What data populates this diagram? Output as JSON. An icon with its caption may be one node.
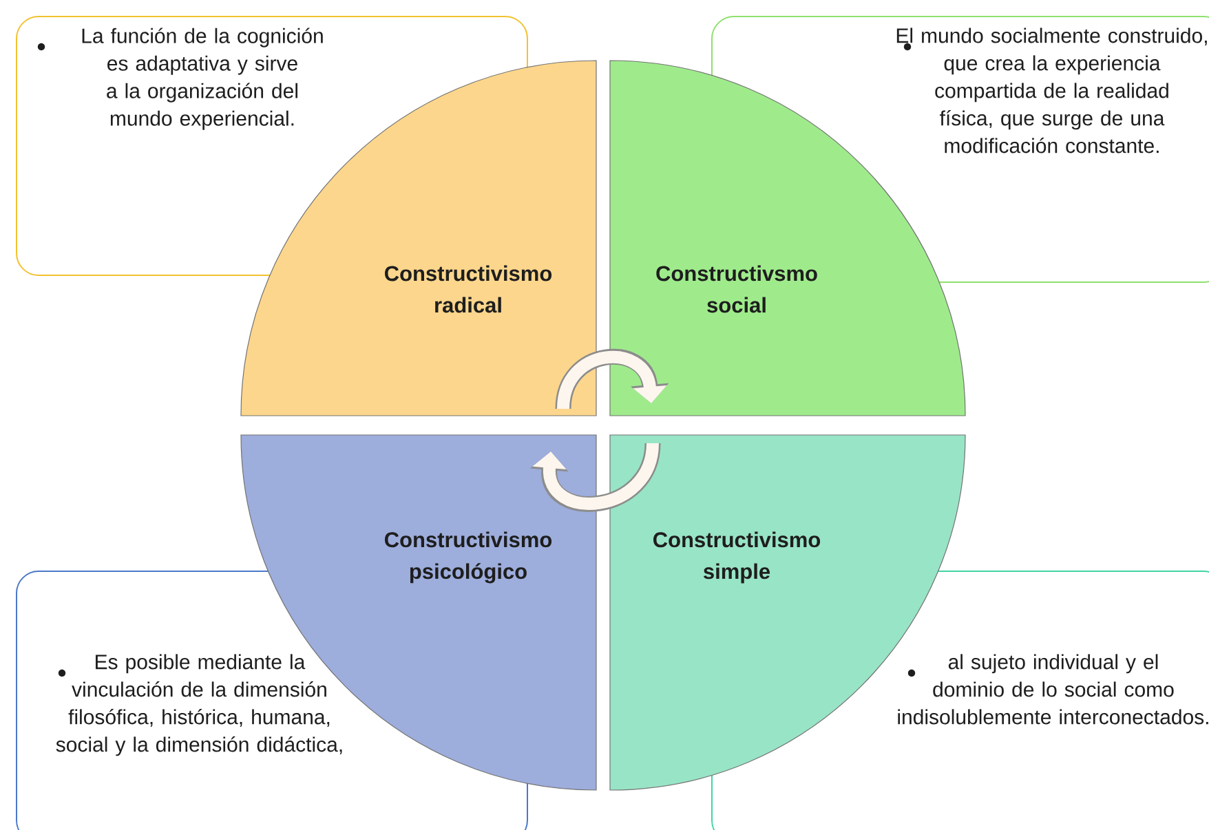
{
  "diagram": {
    "nodes": [
      {
        "text": [
          "La función de la cognición es adaptativa y sirve a la organización del mundo experiencial."
        ]
      },
      {
        "text": [
          "El mundo socialmente construido, que crea la experiencia compartida de la realidad física, que surge de una modificación constante."
        ]
      },
      {
        "text": [
          "Es posible mediante la vinculación de la dimensión filosófica, histórica, humana, social y la dimensión didáctica,"
        ]
      },
      {
        "text": [
          "al sujeto individual y el dominio de lo social como indisolublemente interconectados."
        ]
      },
      {
        "text": [
          "Constructivismo radical"
        ]
      },
      {
        "text": [
          "Constructivsmo social"
        ]
      },
      {
        "text": [
          "Constructivismo psicológico"
        ]
      },
      {
        "text": [
          "Constructivismo simple"
        ]
      }
    ],
    "edges": [
      {
        "from": 4,
        "to": 5,
        "arrow": "to"
      },
      {
        "from": 7,
        "to": 6,
        "arrow": "to"
      }
    ]
  }
}
